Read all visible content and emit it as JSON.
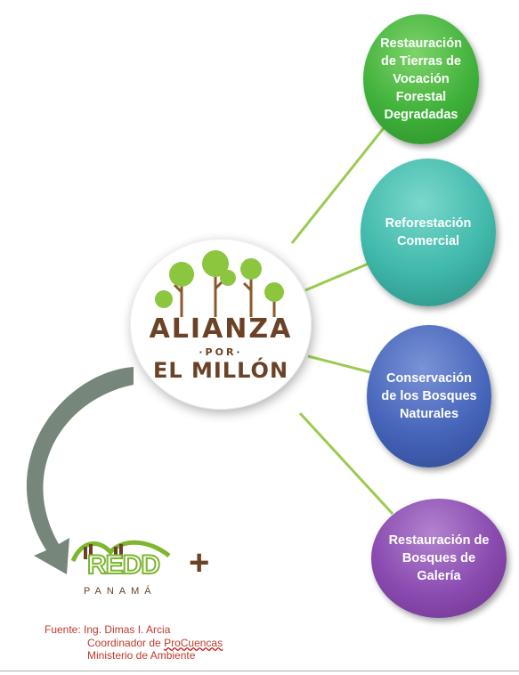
{
  "hub": {
    "line1": "ALIANZA",
    "line2": "·POR·",
    "line3": "EL MILLÓN"
  },
  "nodes": [
    {
      "label": "Restauración de Tierras de Vocación Forestal Degradadas"
    },
    {
      "label": "Reforestación Comercial"
    },
    {
      "label": "Conservación de los Bosques Naturales"
    },
    {
      "label": "Restauración de Bosques de Galería"
    }
  ],
  "redd_logo": {
    "word": "REDD",
    "plus": "+",
    "sub": "PANAMÁ"
  },
  "source": {
    "line1": "Fuente: Ing. Dimas I. Arcia",
    "line2_prefix": "Coordinador de ",
    "line2_emph": "ProCuencas",
    "line3": "Ministerio de Ambiente"
  },
  "colors": {
    "connector": "#9acb4f",
    "node1": "#3fb13a",
    "node2": "#3fb8aa",
    "node3": "#4665ba",
    "node4": "#8a4bb0",
    "arrow": "#6b7c6f",
    "source_text": "#c0392b",
    "logo_brown": "#6b4226",
    "logo_green": "#7db62f"
  }
}
